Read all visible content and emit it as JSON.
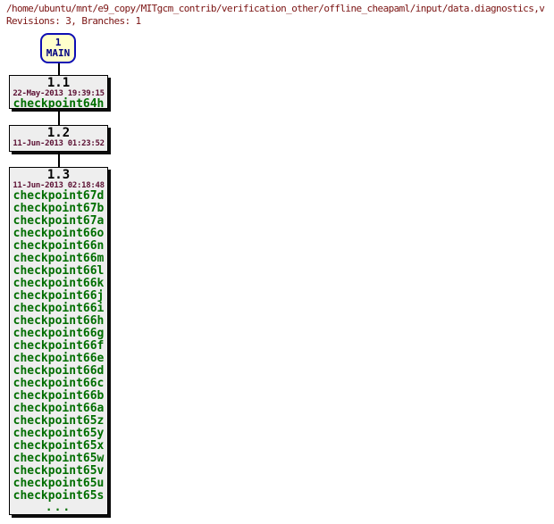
{
  "header": {
    "path": "/home/ubuntu/mnt/e9_copy/MITgcm_contrib/verification_other/offline_cheapaml/input/data.diagnostics,v",
    "summary": "Revisions: 3, Branches: 1"
  },
  "colors": {
    "header_text": "#7b1413",
    "branch_bg": "#ffffcc",
    "branch_border": "#0e0eb4",
    "branch_text": "#000082",
    "box_bg": "#eeeeee",
    "box_border": "#000000",
    "revision_number_text": "#000000",
    "date_text": "#5c1033",
    "tag_text": "#006e00"
  },
  "branch": {
    "number": "1",
    "name": "MAIN"
  },
  "revisions": [
    {
      "number": "1.1",
      "date": "22-May-2013 19:39:15",
      "tags": [
        "checkpoint64h"
      ]
    },
    {
      "number": "1.2",
      "date": "11-Jun-2013 01:23:52",
      "tags": []
    },
    {
      "number": "1.3",
      "date": "11-Jun-2013 02:18:48",
      "tags": [
        "checkpoint67d",
        "checkpoint67b",
        "checkpoint67a",
        "checkpoint66o",
        "checkpoint66n",
        "checkpoint66m",
        "checkpoint66l",
        "checkpoint66k",
        "checkpoint66j",
        "checkpoint66i",
        "checkpoint66h",
        "checkpoint66g",
        "checkpoint66f",
        "checkpoint66e",
        "checkpoint66d",
        "checkpoint66c",
        "checkpoint66b",
        "checkpoint66a",
        "checkpoint65z",
        "checkpoint65y",
        "checkpoint65x",
        "checkpoint65w",
        "checkpoint65v",
        "checkpoint65u",
        "checkpoint65s"
      ],
      "more": "..."
    }
  ]
}
